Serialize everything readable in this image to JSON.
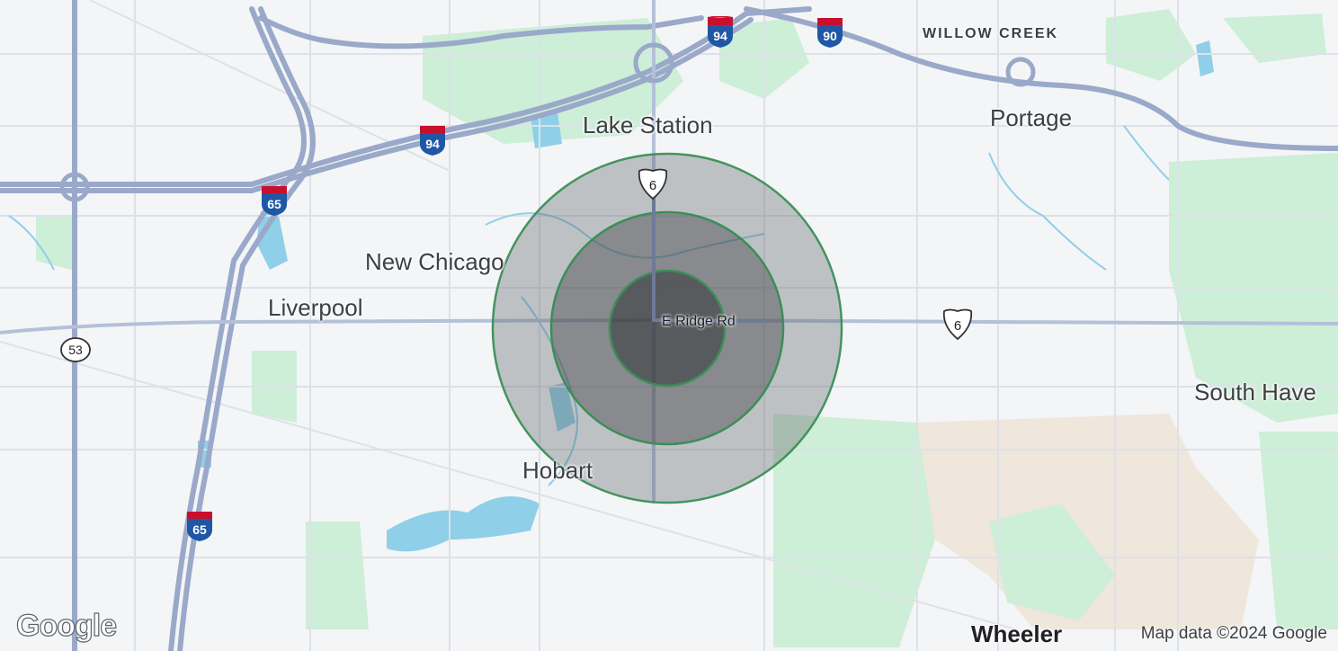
{
  "map": {
    "places": {
      "lake_station": "Lake Station",
      "portage": "Portage",
      "willow_creek": "WILLOW CREEK",
      "new_chicago": "New Chicago",
      "liverpool": "Liverpool",
      "hobart": "Hobart",
      "south_haven": "South Have",
      "wheeler": "Wheeler"
    },
    "road_label": "E Ridge Rd",
    "shields": {
      "i94_top": "94",
      "i90": "90",
      "i94_mid": "94",
      "i65_top": "65",
      "i65_bottom": "65",
      "us6_north": "6",
      "us6_east": "6",
      "sr53": "53"
    },
    "radius_rings": 3,
    "attribution": "Map data ©2024 Google",
    "logo": "Google",
    "colors": {
      "land": "#f4f5f7",
      "water": "#8fcfe8",
      "park": "#cdeed7",
      "highway": "#9aa9c9",
      "ring_fill": "#5f6368",
      "ring_stroke": "#3a8f57",
      "interstate_red": "#c8102e",
      "interstate_blue": "#1f57a6"
    }
  }
}
